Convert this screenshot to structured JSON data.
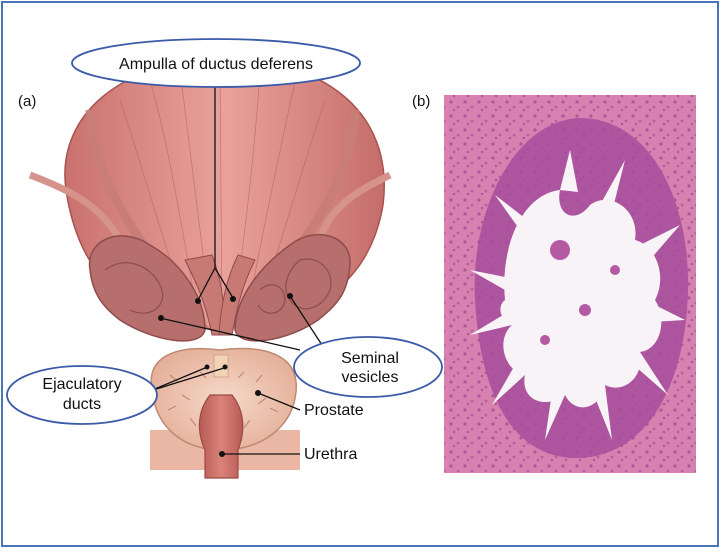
{
  "panels": {
    "a": {
      "label": "(a)"
    },
    "b": {
      "label": "(b)"
    }
  },
  "labels": {
    "ampulla": "Ampulla of ductus deferens",
    "seminal_1": "Seminal",
    "seminal_2": "vesicles",
    "ejaculatory_1": "Ejaculatory",
    "ejaculatory_2": "ducts",
    "prostate": "Prostate",
    "urethra": "Urethra"
  },
  "colors": {
    "frame": "#4a74b8",
    "callout_outline": "#3b5aa8",
    "bladder": "#d98a86",
    "vesicle": "#b9706f",
    "prostate": "#f0c9b6",
    "urethra": "#c96a62",
    "histology_bg": "#cf6fa6",
    "lumen": "#f8f3f6"
  }
}
